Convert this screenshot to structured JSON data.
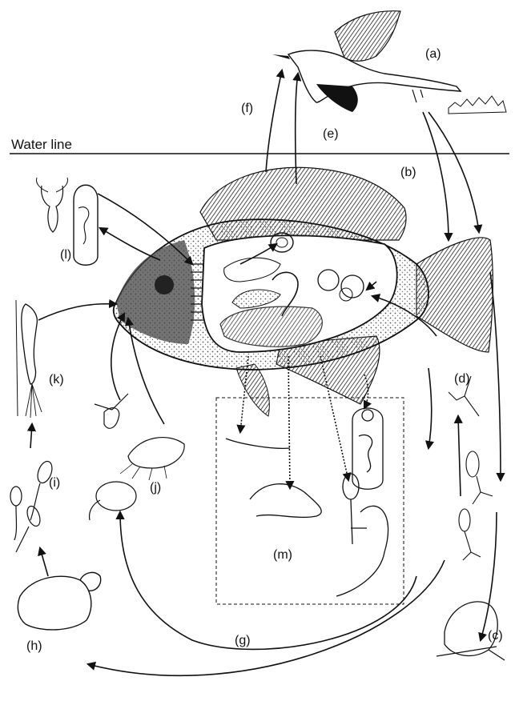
{
  "water_line_label": "Water line",
  "labels": {
    "a": "(a)",
    "b": "(b)",
    "c": "(c)",
    "d": "(d)",
    "e": "(e)",
    "f": "(f)",
    "g": "(g)",
    "h": "(h)",
    "i": "(i)",
    "j": "(j)",
    "k": "(k)",
    "l": "(l)",
    "m": "(m)"
  }
}
